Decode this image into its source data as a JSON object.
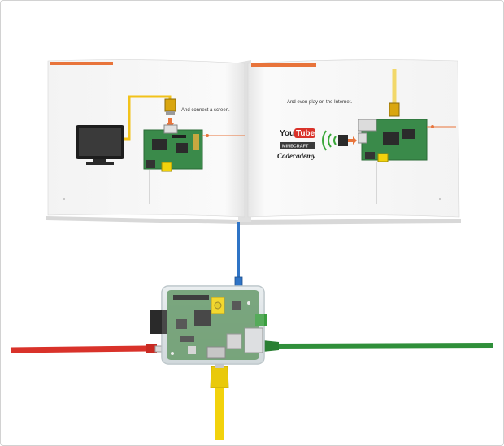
{
  "book": {
    "left_caption": "And connect a screen.",
    "right_caption": "And even play on the Internet.",
    "logos": {
      "youtube_you": "You",
      "youtube_tube": "Tube",
      "minecraft": "MINECRAFT",
      "codecademy": "Codecademy"
    }
  },
  "colors": {
    "accent": "#e8743b",
    "board": "#3a8a4a",
    "hdmi_cable": "#f2c21a",
    "network_cable": "#2f74c6",
    "power_cable": "#d9322a",
    "audio_cable": "#2f8f3a",
    "video_cable": "#f2d20c"
  },
  "icons": [
    "monitor-icon",
    "wifi-icon",
    "raspberry-pi-board"
  ]
}
